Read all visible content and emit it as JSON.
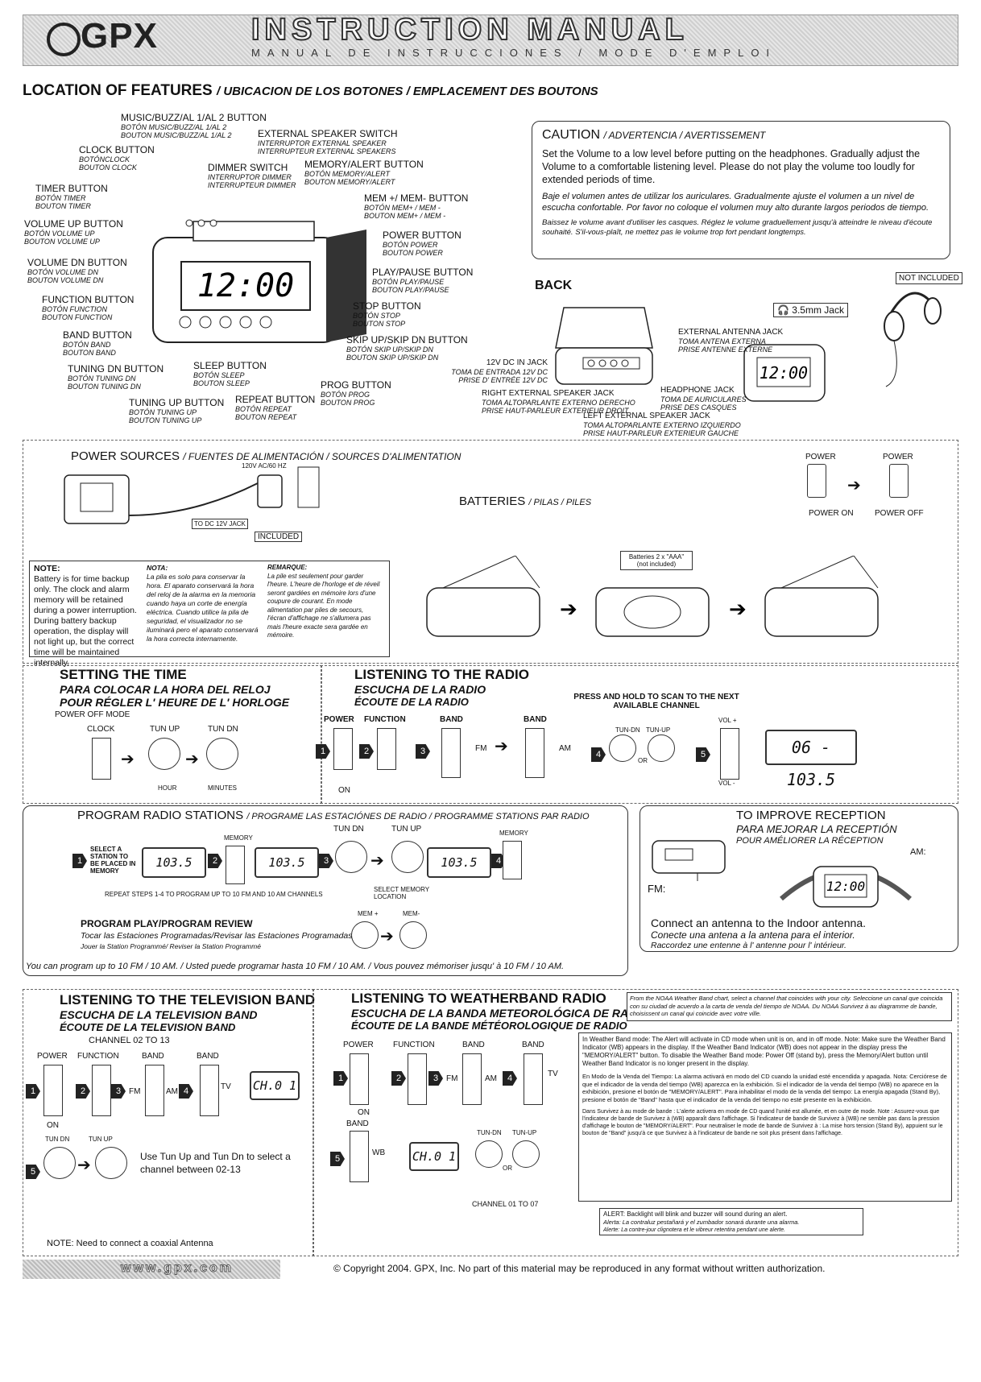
{
  "header": {
    "brand": "GPX",
    "title": "INSTRUCTION MANUAL",
    "subtitle": "MANUAL DE INSTRUCCIONES / MODE D'EMPLOI"
  },
  "location": {
    "title": "LOCATION OF FEATURES",
    "title_es_fr": "/ UBICACION DE LOS BOTONES / EMPLACEMENT DES BOUTONS",
    "display": "12:00",
    "labels": {
      "music": [
        "MUSIC/BUZZ/AL 1/AL 2 BUTTON",
        "BOTÓN MUSIC/BUZZ/AL 1/AL 2",
        "BOUTON MUSIC/BUZZ/AL 1/AL 2"
      ],
      "ext_speaker": [
        "EXTERNAL SPEAKER SWITCH",
        "INTERRUPTOR EXTERNAL SPEAKER",
        "INTERRUPTEUR EXTERNAL SPEAKERS"
      ],
      "clock": [
        "CLOCK BUTTON",
        "BOTÓNCLOCK",
        "BOUTON CLOCK"
      ],
      "dimmer": [
        "DIMMER SWITCH",
        "INTERRUPTOR DIMMER",
        "INTERRUPTEUR DIMMER"
      ],
      "memory_alert": [
        "MEMORY/ALERT BUTTON",
        "BOTÓN MEMORY/ALERT",
        "BOUTON MEMORY/ALERT"
      ],
      "timer": [
        "TIMER BUTTON",
        "BOTÓN TIMER",
        "BOUTON TIMER"
      ],
      "mem": [
        "MEM +/ MEM- BUTTON",
        "BOTÓN MEM+ / MEM -",
        "BOUTON MEM+ / MEM -"
      ],
      "vol_up": [
        "VOLUME UP BUTTON",
        "BOTÓN VOLUME UP",
        "BOUTON VOLUME UP"
      ],
      "power": [
        "POWER BUTTON",
        "BOTÓN POWER",
        "BOUTON POWER"
      ],
      "vol_dn": [
        "VOLUME DN BUTTON",
        "BOTÓN VOLUME DN",
        "BOUTON VOLUME DN"
      ],
      "play_pause": [
        "PLAY/PAUSE BUTTON",
        "BOTÓN PLAY/PAUSE",
        "BOUTON PLAY/PAUSE"
      ],
      "function": [
        "FUNCTION BUTTON",
        "BOTÓN FUNCTION",
        "BOUTON FUNCTION"
      ],
      "stop": [
        "STOP BUTTON",
        "BOTÓN STOP",
        "BOUTON STOP"
      ],
      "band": [
        "BAND BUTTON",
        "BOTÓN BAND",
        "BOUTON BAND"
      ],
      "skip": [
        "SKIP UP/SKIP DN BUTTON",
        "BOTÓN SKIP UP/SKIP DN",
        "BOUTON SKIP UP/SKIP DN"
      ],
      "tuning_dn": [
        "TUNING DN BUTTON",
        "BOTÓN TUNING DN",
        "BOUTON TUNING DN"
      ],
      "sleep": [
        "SLEEP BUTTON",
        "BOTÓN SLEEP",
        "BOUTON SLEEP"
      ],
      "prog": [
        "PROG BUTTON",
        "BOTÓN PROG",
        "BOUTON PROG"
      ],
      "tuning_up": [
        "TUNING UP BUTTON",
        "BOTÓN TUNING UP",
        "BOUTON TUNING UP"
      ],
      "repeat": [
        "REPEAT BUTTON",
        "BOTÓN REPEAT",
        "BOUTON REPEAT"
      ]
    }
  },
  "caution": {
    "title": "CAUTION",
    "title_es_fr": "/ ADVERTENCIA / AVERTISSEMENT",
    "en": "Set the Volume to a low level before putting on the headphones. Gradually adjust the Volume to a comfortable listening level. Please do not play the volume too loudly for extended periods of time.",
    "es": "Baje el volumen antes de utilizar los auriculares. Gradualmente ajuste el volumen a un nivel de escucha confortable. Por favor no coloque el volumen muy alto durante largos periodos de tiempo.",
    "fr": "Baissez le volume avant d'utiliser les casques. Réglez le volume graduellement jusqu'à atteindre le niveau d'écoute souhaité. S'il-vous-plaît, ne mettez pas le volume trop fort pendant longtemps."
  },
  "back": {
    "title": "BACK",
    "not_included": "NOT INCLUDED",
    "jack_label": "3.5mm Jack",
    "display": "12:00",
    "ext_antenna": [
      "EXTERNAL ANTENNA JACK",
      "TOMA ANTENA EXTERNA",
      "PRISE ANTENNE EXTERNE"
    ],
    "dc_in": [
      "12V DC IN JACK",
      "TOMA DE ENTRADA 12V DC",
      "PRISE D' ENTRÉE 12V DC"
    ],
    "headphone": [
      "HEADPHONE JACK",
      "TOMA DE AURICULARES",
      "PRISE DES CASQUES"
    ],
    "right_speaker": [
      "RIGHT EXTERNAL SPEAKER JACK",
      "TOMA ALTOPARLANTE EXTERNO DERECHO",
      "PRISE HAUT-PARLEUR EXTERIEUR DROIT"
    ],
    "left_speaker": [
      "LEFT EXTERNAL SPEAKER JACK",
      "TOMA ALTOPARLANTE EXTERNO IZQUIERDO",
      "PRISE HAUT-PARLEUR EXTERIEUR GAUCHE"
    ]
  },
  "power_sources": {
    "title": "POWER SOURCES",
    "title_es_fr": "/ FUENTES DE ALIMENTACIÓN / SOURCES D'ALIMENTATION",
    "adapter_label": "120V AC/60 HZ",
    "dc_jack": "TO DC 12V JACK",
    "included": "INCLUDED",
    "batteries": "BATTERIES",
    "batteries_es_fr": "/ PILAS / PILES",
    "battery_note": "Batteries 2 x \"AAA\" (not included)",
    "power_label": "POWER",
    "power_on": "POWER ON",
    "power_off": "POWER OFF",
    "note_en_title": "NOTE:",
    "note_en": "Battery is for time backup only. The clock and alarm memory will be retained during a power interruption. During battery backup operation, the display will not light up, but the correct time will be maintained internally.",
    "note_es_title": "NOTA:",
    "note_es": "La pila es solo para conservar la hora. El aparato conservará la hora del reloj de la alarma en la memoria cuando haya un corte de energía eléctrica. Cuando utilice la pila de seguridad, el visualizador no se iluminará pero el aparato conservará la hora correcta internamente.",
    "note_fr_title": "REMARQUE:",
    "note_fr": "La pile est seulement pour garder l'heure. L'heure de l'horloge et de réveil seront gardées en mémoire lors d'une coupure de courant. En mode alimentation par piles de secours, l'écran d'affichage ne s'allumera pas mais l'heure exacte sera gardée en mémoire."
  },
  "setting_time": {
    "title": "SETTING THE TIME",
    "es": "PARA COLOCAR LA HORA DEL RELOJ",
    "fr": "POUR RÉGLER L' HEURE DE L' HORLOGE",
    "mode": "POWER OFF MODE",
    "clock": "CLOCK",
    "tun_up": "TUN UP",
    "tun_dn": "TUN DN",
    "hour": "HOUR",
    "minutes": "MINUTES"
  },
  "radio": {
    "title": "LISTENING TO THE RADIO",
    "es": "ESCUCHA DE LA RADIO",
    "fr": "ÉCOUTE DE LA RADIO",
    "scan_note": "PRESS AND HOLD TO SCAN TO THE NEXT AVAILABLE CHANNEL",
    "power": "POWER",
    "function": "FUNCTION",
    "band": "BAND",
    "fm": "FM",
    "am": "AM",
    "on": "ON",
    "tun_dn": "TUN-DN",
    "tun_up": "TUN-UP",
    "or": "OR",
    "vol_plus": "VOL +",
    "vol_minus": "VOL -",
    "display": "06 - 103.5"
  },
  "program": {
    "title": "PROGRAM RADIO STATIONS",
    "title_es_fr": "/ PROGRAME LAS ESTACIÓNES DE RADIO / PROGRAMME STATIONS PAR RADIO",
    "select": "SELECT A STATION TO BE PLACED IN MEMORY",
    "memory": "MEMORY",
    "tun_dn": "TUN DN",
    "tun_up": "TUN UP",
    "freq": "103.5",
    "select_location": "SELECT MEMORY LOCATION",
    "repeat": "REPEAT STEPS 1-4 TO PROGRAM UP TO 10 FM AND 10 AM CHANNELS",
    "review_title": "PROGRAM PLAY/PROGRAM REVIEW",
    "review_es": "Tocar las Estaciones Programadas/Revisar las Estaciones Programadas",
    "review_fr": "Jouer la Station Programmé/ Reviser la Station Programmé",
    "mem_plus": "MEM +",
    "mem_minus": "MEM-",
    "footer": "You can program up to 10 FM / 10 AM. / Usted puede programar hasta 10 FM / 10 AM. / Vous pouvez mémoriser jusqu' à 10 FM / 10 AM."
  },
  "reception": {
    "title": "TO IMPROVE RECEPTION",
    "es": "PARA MEJORAR LA RECEPTIÓN",
    "fr": "POUR AMÉLIORER LA RÉCEPTION",
    "am": "AM:",
    "fm": "FM:",
    "display": "12:00",
    "connect_en": "Connect an antenna to the Indoor antenna.",
    "connect_es": "Conecte una antena a la antena para el interior.",
    "connect_fr": "Raccordez une entenne à l' antenne pour l' intérieur."
  },
  "tv": {
    "title": "LISTENING TO THE TELEVISION BAND",
    "es": "ESCUCHA DE LA TELEVISION BAND",
    "fr": "ÉCOUTE DE LA TELEVISION BAND",
    "channels": "CHANNEL 02 TO 13",
    "power": "POWER",
    "function": "FUNCTION",
    "band": "BAND",
    "fm": "FM",
    "am": "AM",
    "tv": "TV",
    "on": "ON",
    "display": "CH.0 1",
    "tun_dn": "TUN DN",
    "tun_up": "TUN UP",
    "use": "Use Tun Up and Tun Dn to select a channel between 02-13",
    "note": "NOTE: Need to connect a coaxial Antenna"
  },
  "weather": {
    "title": "LISTENING TO WEATHERBAND RADIO",
    "es": "ESCUCHA DE LA BANDA METEOROLÓGICA DE RADIO",
    "fr": "ÉCOUTE DE LA BANDE MÉTÉOROLOGIQUE DE RADIO",
    "power": "POWER",
    "function": "FUNCTION",
    "band": "BAND",
    "fm": "FM",
    "am": "AM",
    "tv": "TV",
    "on": "ON",
    "wb": "WB",
    "display": "CH.0 1",
    "tun_dn": "TUN-DN",
    "tun_up": "TUN-UP",
    "or": "OR",
    "channels": "CHANNEL 01 TO 07",
    "chart_note": "From the NOAA Weather Band chart, select a channel that coincides with your city. Seleccione un canal que coincida con su ciudad de acuerdo a la carta de venda del tiempo de NOAA. Du NOAA Survivez à au diagramme de bande, choisissent un canal qui coincide avec votre ville.",
    "info_en": "In Weather Band mode: The Alert will activate in CD mode when unit is on, and in off mode. Note: Make sure the Weather Band Indicator (WB) appears in the display. If the Weather Band Indicator (WB) does not appear in the display press the \"MEMORY/ALERT\" button. To disable the Weather Band mode: Power Off (stand by), press the Memory/Alert button until Weather Band Indicator is no longer present in the display.",
    "info_es": "En Modo de la Venda del Tiempo: La alarma activará en modo del CD cuando la unidad esté encendida y apagada. Nota: Cerciórese de que el indicador de la venda del tiempo (WB) aparezca en la exhibición. Si el indicador de la venda del tiempo (WB) no aparece en la exhibición, presione el botón de \"MEMORY/ALERT\". Para inhabilitar el modo de la venda del tiempo: La energía apagada (Stand By), presione el botón de \"Band\" hasta que el indicador de la venda del tiempo no esté presente en la exhibición.",
    "info_fr": "Dans Survivez à au mode de bande : L'alerte activera en mode de CD quand l'unité est allumée, et en outre de mode. Note : Assurez-vous que l'indicateur de bande de Survivez à (WB) apparaît dans l'affichage. Si l'indicateur de bande de Survivez à (WB) ne semble pas dans la pression d'affichage le bouton de \"MEMORY/ALERT\". Pour neutraliser le mode de bande de Survivez à : La mise hors tension (Stand By), appuient sur le bouton de \"Band\" jusqu'à ce que Survivez à à l'indicateur de bande ne soit plus présent dans l'affichage.",
    "alert_en": "ALERT: Backlight will blink and buzzer will sound during an alert.",
    "alert_es": "Alerta: La contraluz pestañará y el zumbador sonará durante una alarma.",
    "alert_fr": "Alerte: La contre-jour clignotera et le vibreur retentira pendant une alerte."
  },
  "footer": {
    "website": "www.gpx.com",
    "copyright": "© Copyright 2004. GPX, Inc. No part of this material may be reproduced in any format without written authorization."
  }
}
